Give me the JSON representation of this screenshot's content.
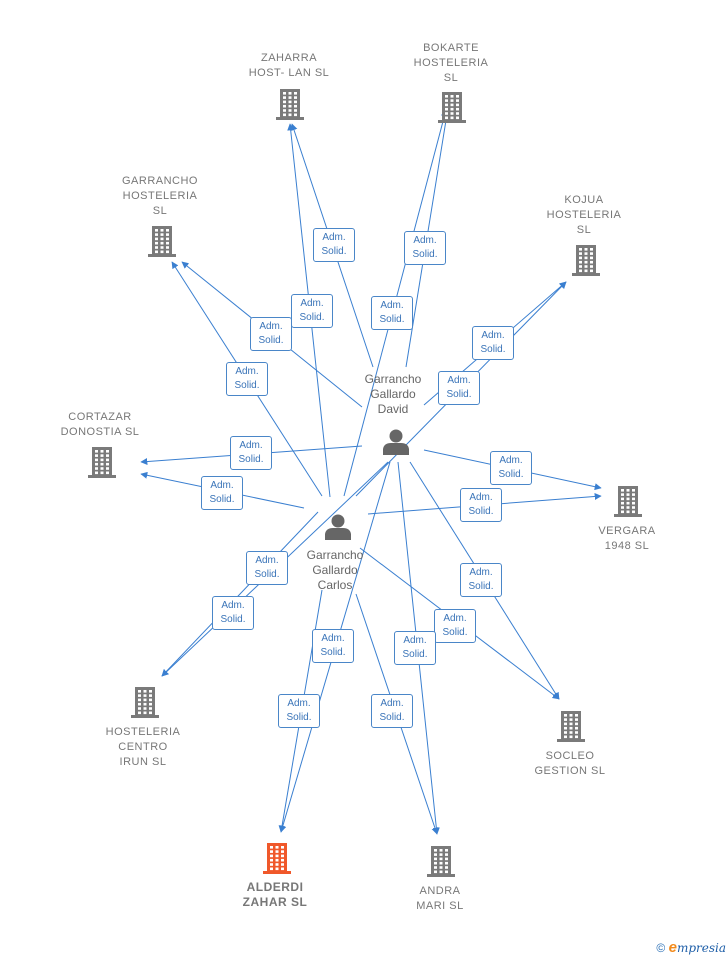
{
  "colors": {
    "edge": "#3a7fd0",
    "building": "#7a7a7a",
    "building_main": "#f0582a",
    "person": "#666666"
  },
  "persons": [
    {
      "id": "david",
      "label": "Garrancho\nGallardo\nDavid",
      "icon": "person-icon"
    },
    {
      "id": "carlos",
      "label": "Garrancho\nGallardo\nCarlos",
      "icon": "person-icon"
    }
  ],
  "companies": [
    {
      "id": "zaharra",
      "label": "ZAHARRA\nHOST- LAN  SL",
      "main": false,
      "icon": "building-icon"
    },
    {
      "id": "bokarte",
      "label": "BOKARTE\nHOSTELERIA\nSL",
      "main": false,
      "icon": "building-icon"
    },
    {
      "id": "garrancho",
      "label": "GARRANCHO\nHOSTELERIA\nSL",
      "main": false,
      "icon": "building-icon"
    },
    {
      "id": "kojua",
      "label": "KOJUA\nHOSTELERIA\nSL",
      "main": false,
      "icon": "building-icon"
    },
    {
      "id": "cortazar",
      "label": "CORTAZAR\nDONOSTIA  SL",
      "main": false,
      "icon": "building-icon"
    },
    {
      "id": "vergara",
      "label": "VERGARA\n1948  SL",
      "main": false,
      "icon": "building-icon"
    },
    {
      "id": "hosteleria",
      "label": "HOSTELERIA\nCENTRO\nIRUN SL",
      "main": false,
      "icon": "building-icon"
    },
    {
      "id": "socleo",
      "label": "SOCLEO\nGESTION  SL",
      "main": false,
      "icon": "building-icon"
    },
    {
      "id": "alderdi",
      "label": "ALDERDI\nZAHAR  SL",
      "main": true,
      "icon": "building-icon"
    },
    {
      "id": "andra",
      "label": "ANDRA\nMARI  SL",
      "main": false,
      "icon": "building-icon"
    }
  ],
  "relations": [
    {
      "from": "david",
      "to": "zaharra",
      "role": "Adm.\nSolid."
    },
    {
      "from": "carlos",
      "to": "zaharra",
      "role": "Adm.\nSolid."
    },
    {
      "from": "david",
      "to": "bokarte",
      "role": "Adm.\nSolid."
    },
    {
      "from": "carlos",
      "to": "bokarte",
      "role": "Adm.\nSolid."
    },
    {
      "from": "david",
      "to": "garrancho",
      "role": "Adm.\nSolid."
    },
    {
      "from": "carlos",
      "to": "garrancho",
      "role": "Adm.\nSolid."
    },
    {
      "from": "david",
      "to": "kojua",
      "role": "Adm.\nSolid."
    },
    {
      "from": "carlos",
      "to": "kojua",
      "role": "Adm.\nSolid."
    },
    {
      "from": "david",
      "to": "cortazar",
      "role": "Adm.\nSolid."
    },
    {
      "from": "carlos",
      "to": "cortazar",
      "role": "Adm.\nSolid."
    },
    {
      "from": "david",
      "to": "vergara",
      "role": "Adm.\nSolid."
    },
    {
      "from": "carlos",
      "to": "vergara",
      "role": "Adm.\nSolid."
    },
    {
      "from": "david",
      "to": "hosteleria",
      "role": "Adm.\nSolid."
    },
    {
      "from": "carlos",
      "to": "hosteleria",
      "role": "Adm.\nSolid."
    },
    {
      "from": "david",
      "to": "socleo",
      "role": "Adm.\nSolid."
    },
    {
      "from": "carlos",
      "to": "socleo",
      "role": "Adm.\nSolid."
    },
    {
      "from": "david",
      "to": "alderdi",
      "role": "Adm.\nSolid."
    },
    {
      "from": "carlos",
      "to": "alderdi",
      "role": "Adm.\nSolid."
    },
    {
      "from": "david",
      "to": "andra",
      "role": "Adm.\nSolid."
    },
    {
      "from": "carlos",
      "to": "andra",
      "role": "Adm.\nSolid."
    }
  ],
  "footer": {
    "copyright": "©",
    "brand_initial": "e",
    "brand_rest": "mpresia"
  }
}
